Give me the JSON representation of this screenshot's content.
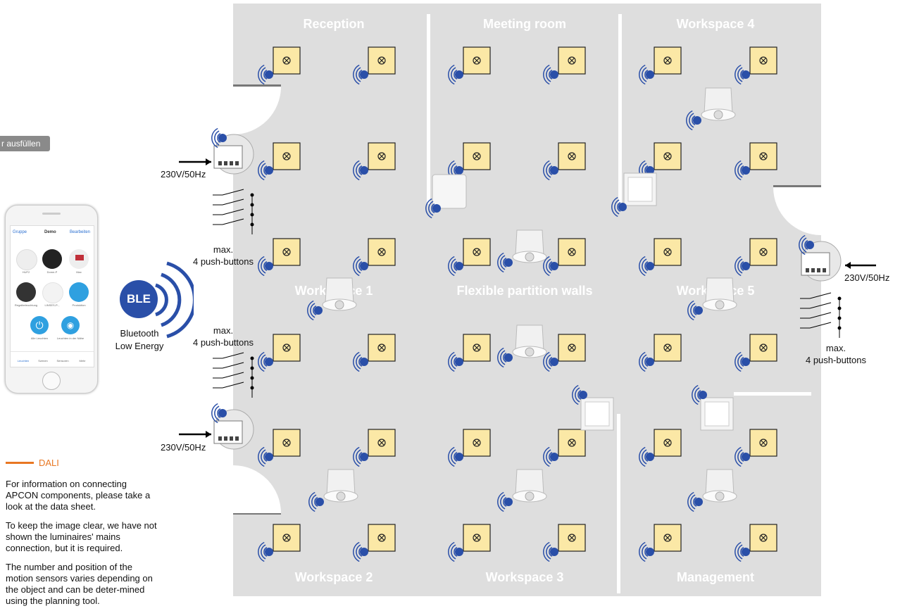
{
  "rooms": {
    "reception": "Reception",
    "meeting_room": "Meeting room",
    "workspace_4": "Workspace 4",
    "workspace_1": "Workspace 1",
    "flexible_partition": "Flexible partition walls",
    "workspace_5": "Workspace 5",
    "workspace_2": "Workspace 2",
    "workspace_3": "Workspace 3",
    "management": "Management"
  },
  "fill_button": "r ausfüllen",
  "ble": {
    "badge": "BLE",
    "line1": "Bluetooth",
    "line2": "Low Energy"
  },
  "power": {
    "left_top": "230V/50Hz",
    "left_bottom": "230V/50Hz",
    "right": "230V/50Hz"
  },
  "pushbuttons": {
    "left_top": {
      "line1": "max.",
      "line2": "4 push-buttons"
    },
    "left_mid": {
      "line1": "max.",
      "line2": "4 push-buttons"
    },
    "right": {
      "line1": "max.",
      "line2": "4 push-buttons"
    }
  },
  "phone": {
    "nav_left": "Gruppe",
    "nav_title": "Demo",
    "nav_right": "Bearbeiten",
    "tiles": [
      "HUF2",
      "Dome-P",
      "Max",
      "Regalbeleuchtung",
      "LINSES-P.., ",
      "Produktion"
    ],
    "actions": [
      "Alle Leuchten",
      "Leuchten in der Nähe"
    ],
    "tabs": [
      "Leuchten",
      "Szenen",
      "Sensoren",
      "Mehr"
    ]
  },
  "legend": {
    "label": "DALI"
  },
  "info": {
    "p1": "For information on connecting APCON components, please take a look at the data sheet.",
    "p2": "To keep the image clear, we have not shown the luminaires' mains connection, but it is required.",
    "p3": "The number and position of the motion sensors varies depending on the object and can be deter-mined using the planning tool."
  },
  "colors": {
    "floor": "#dedede",
    "luminaire": "#fbe8a6",
    "sensor_dot": "#2a4fa8",
    "ble": "#2a4fa8",
    "dali": "#e87722"
  },
  "icons": {
    "luminaire": "lamp-cross-icon",
    "signal": "wireless-signal-icon"
  }
}
